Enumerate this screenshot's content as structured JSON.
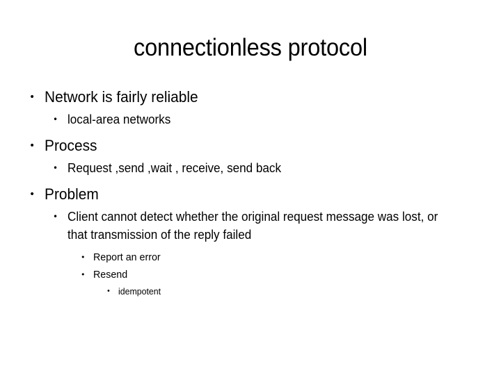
{
  "slide": {
    "title": "connectionless protocol",
    "bullet_glyph": "•",
    "text_color": "#000000",
    "background_color": "#FFFFFF",
    "outline": [
      {
        "level": 1,
        "text": "Network is fairly reliable"
      },
      {
        "level": 2,
        "text": "local-area networks"
      },
      {
        "level": 1,
        "text": "Process"
      },
      {
        "level": 2,
        "text": "Request ,send ,wait , receive, send back"
      },
      {
        "level": 1,
        "text": "Problem"
      },
      {
        "level": 2,
        "text": "Client cannot detect whether the original request message was lost, or that transmission of the reply failed"
      },
      {
        "level": 3,
        "text": "Report an error"
      },
      {
        "level": 3,
        "text": "Resend"
      },
      {
        "level": 4,
        "text": "idempotent"
      }
    ]
  }
}
